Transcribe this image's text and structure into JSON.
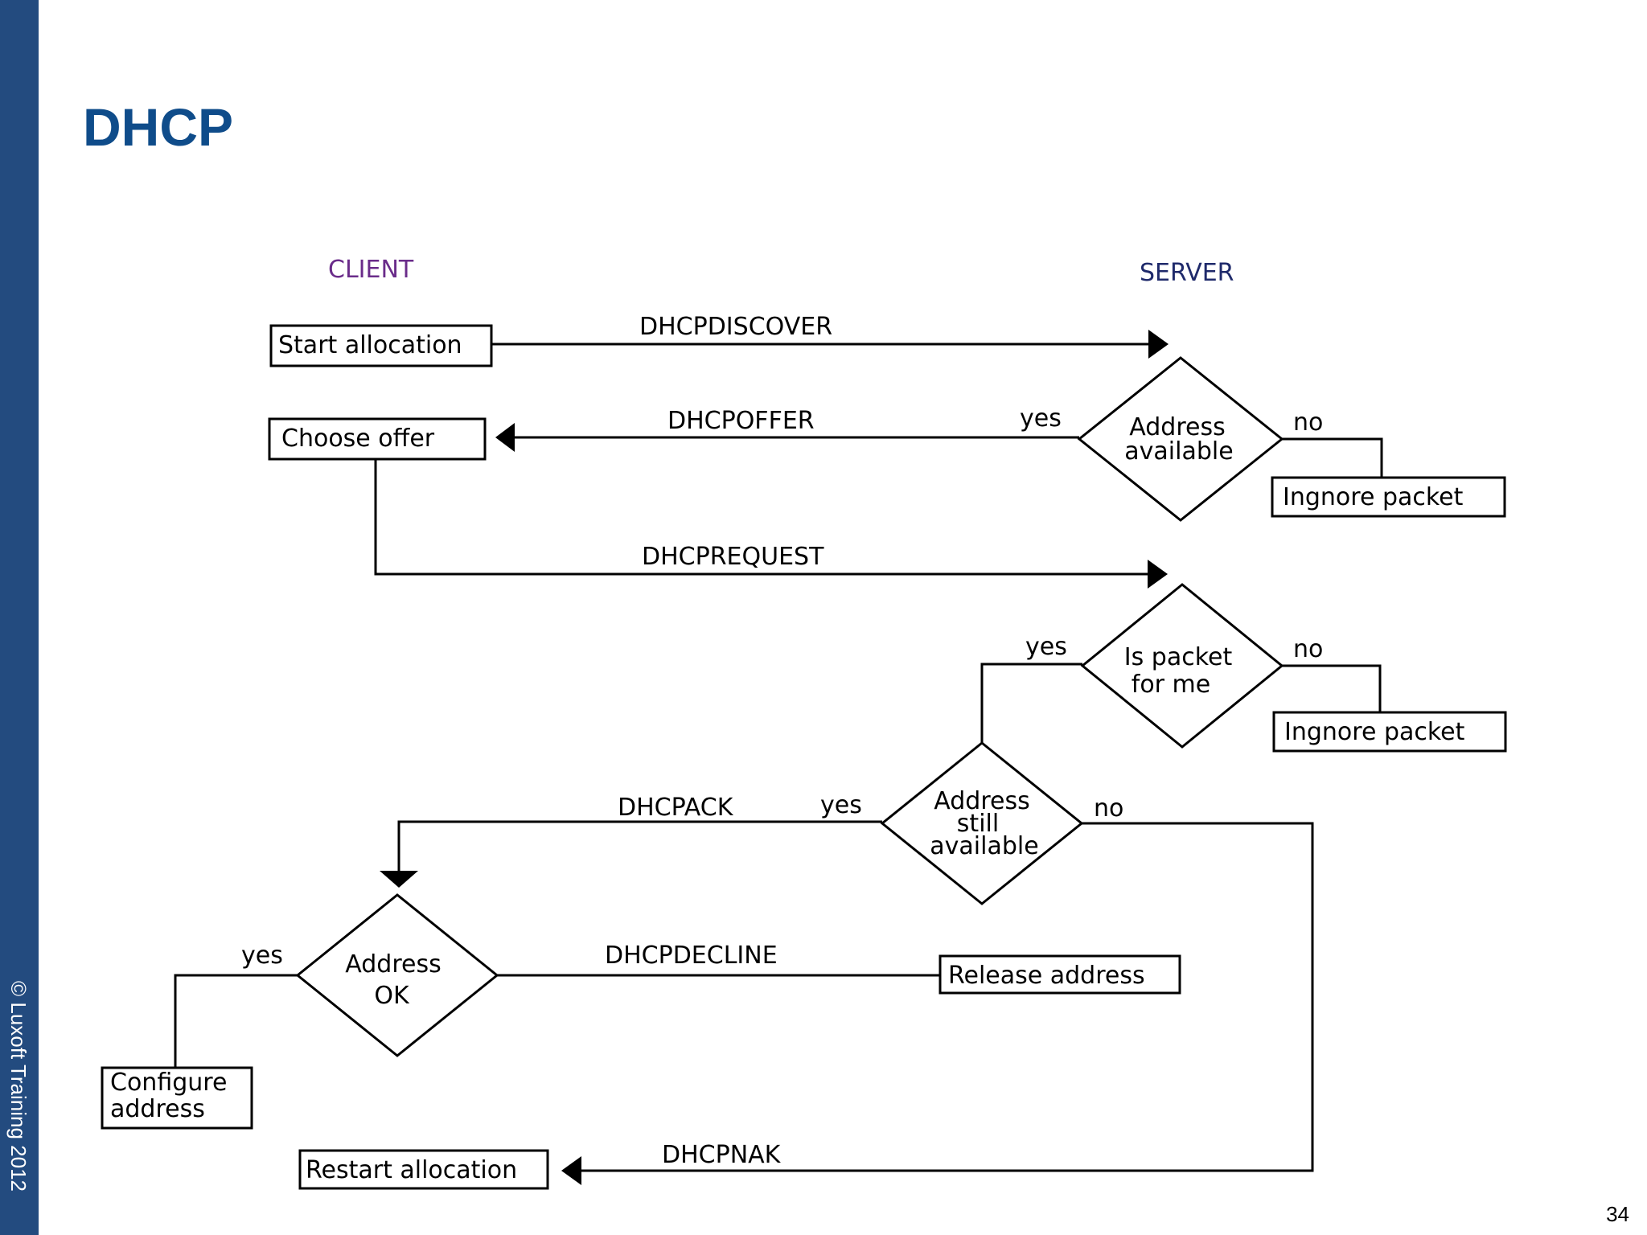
{
  "slide": {
    "title": "DHCP",
    "copyright": "© Luxoft Training 2012",
    "page_number": "34"
  },
  "colors": {
    "sidebar": "#234b7f",
    "title": "#0f4c8a",
    "client_header": "#6a2c8a",
    "server_header": "#1f2a6b"
  },
  "diagram": {
    "headers": {
      "client": "CLIENT",
      "server": "SERVER"
    },
    "boxes": {
      "start_allocation": "Start allocation",
      "choose_offer": "Choose offer",
      "ignore_packet_1": "Ingnore packet",
      "ignore_packet_2": "Ingnore packet",
      "release_address": "Release address",
      "configure_address": [
        "Configure",
        "address"
      ],
      "restart_allocation": "Restart allocation"
    },
    "decisions": {
      "address_available": [
        "Address",
        "available"
      ],
      "is_packet_for_me": [
        "Is packet",
        "for me"
      ],
      "address_still_available": [
        "Address",
        "still",
        "available"
      ],
      "address_ok": [
        "Address",
        "OK"
      ]
    },
    "messages": {
      "discover": "DHCPDISCOVER",
      "offer": "DHCPOFFER",
      "request": "DHCPREQUEST",
      "ack": "DHCPACK",
      "decline": "DHCPDECLINE",
      "nak": "DHCPNAK"
    },
    "branch_labels": {
      "yes": "yes",
      "no": "no"
    }
  }
}
